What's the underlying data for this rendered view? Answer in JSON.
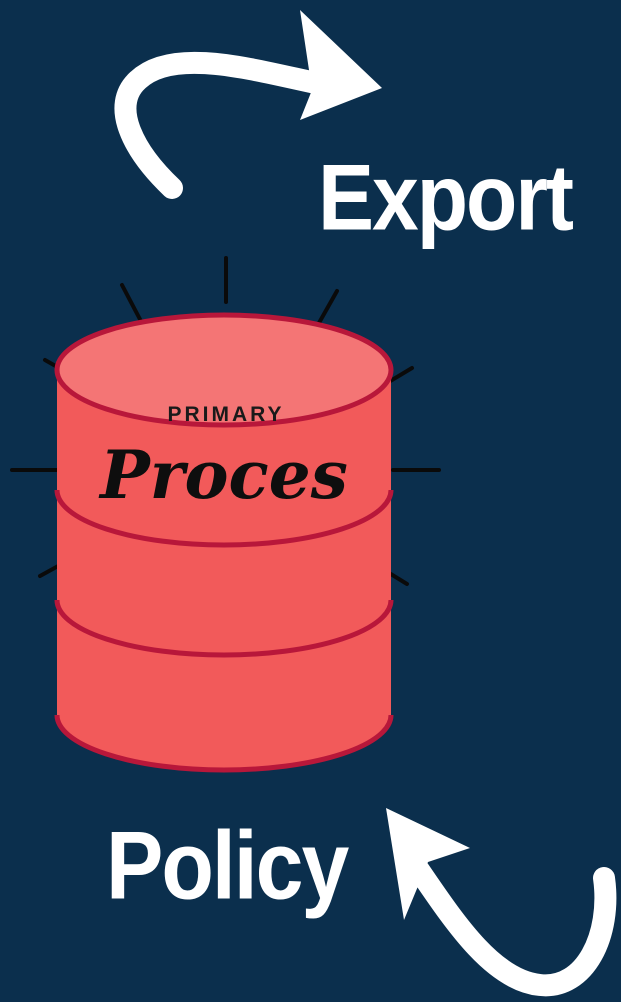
{
  "labels": {
    "export": "Export",
    "policy": "Policy"
  },
  "database": {
    "top_label": "PRIMARY",
    "main_label": "Proces"
  },
  "colors": {
    "background": "#0b2f4d",
    "cylinder_body": "#f25a5a",
    "cylinder_top": "#f47575",
    "cylinder_rim": "#b8173a",
    "arrow": "#ffffff",
    "text_light": "#ffffff",
    "text_dark": "#111111"
  }
}
